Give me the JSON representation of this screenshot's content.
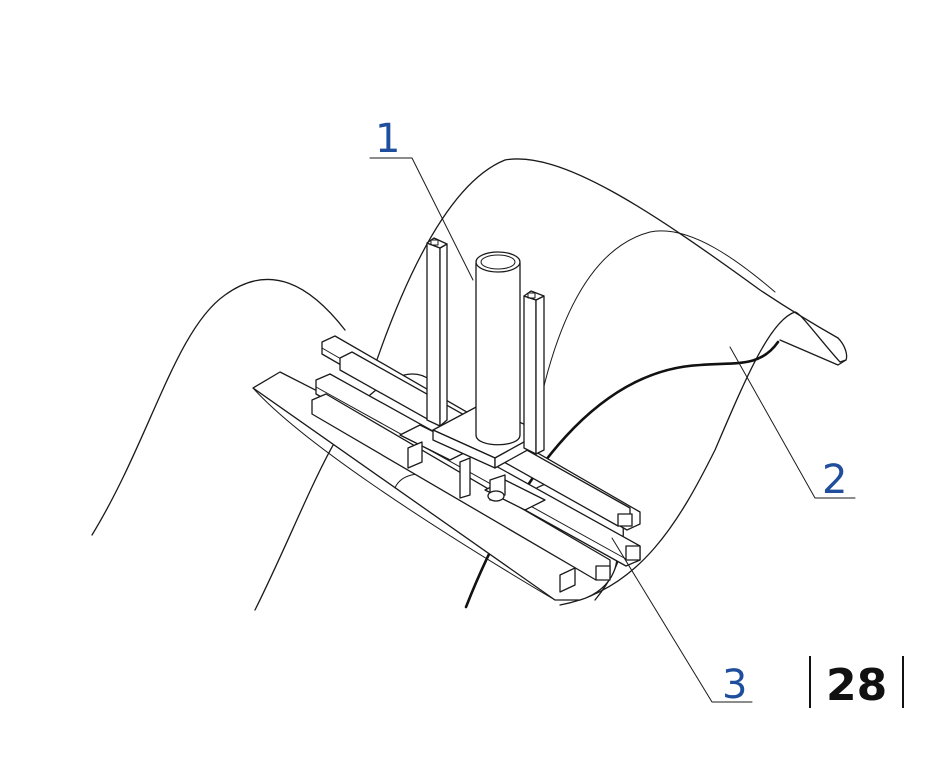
{
  "callouts": [
    {
      "id": "1",
      "label": "1"
    },
    {
      "id": "2",
      "label": "2"
    },
    {
      "id": "3",
      "label": "3"
    }
  ],
  "page": {
    "number": "28"
  },
  "colors": {
    "line": "#1a1a1a",
    "callout_text": "#1f4e9c",
    "page_text": "#111111",
    "background": "#ffffff"
  }
}
